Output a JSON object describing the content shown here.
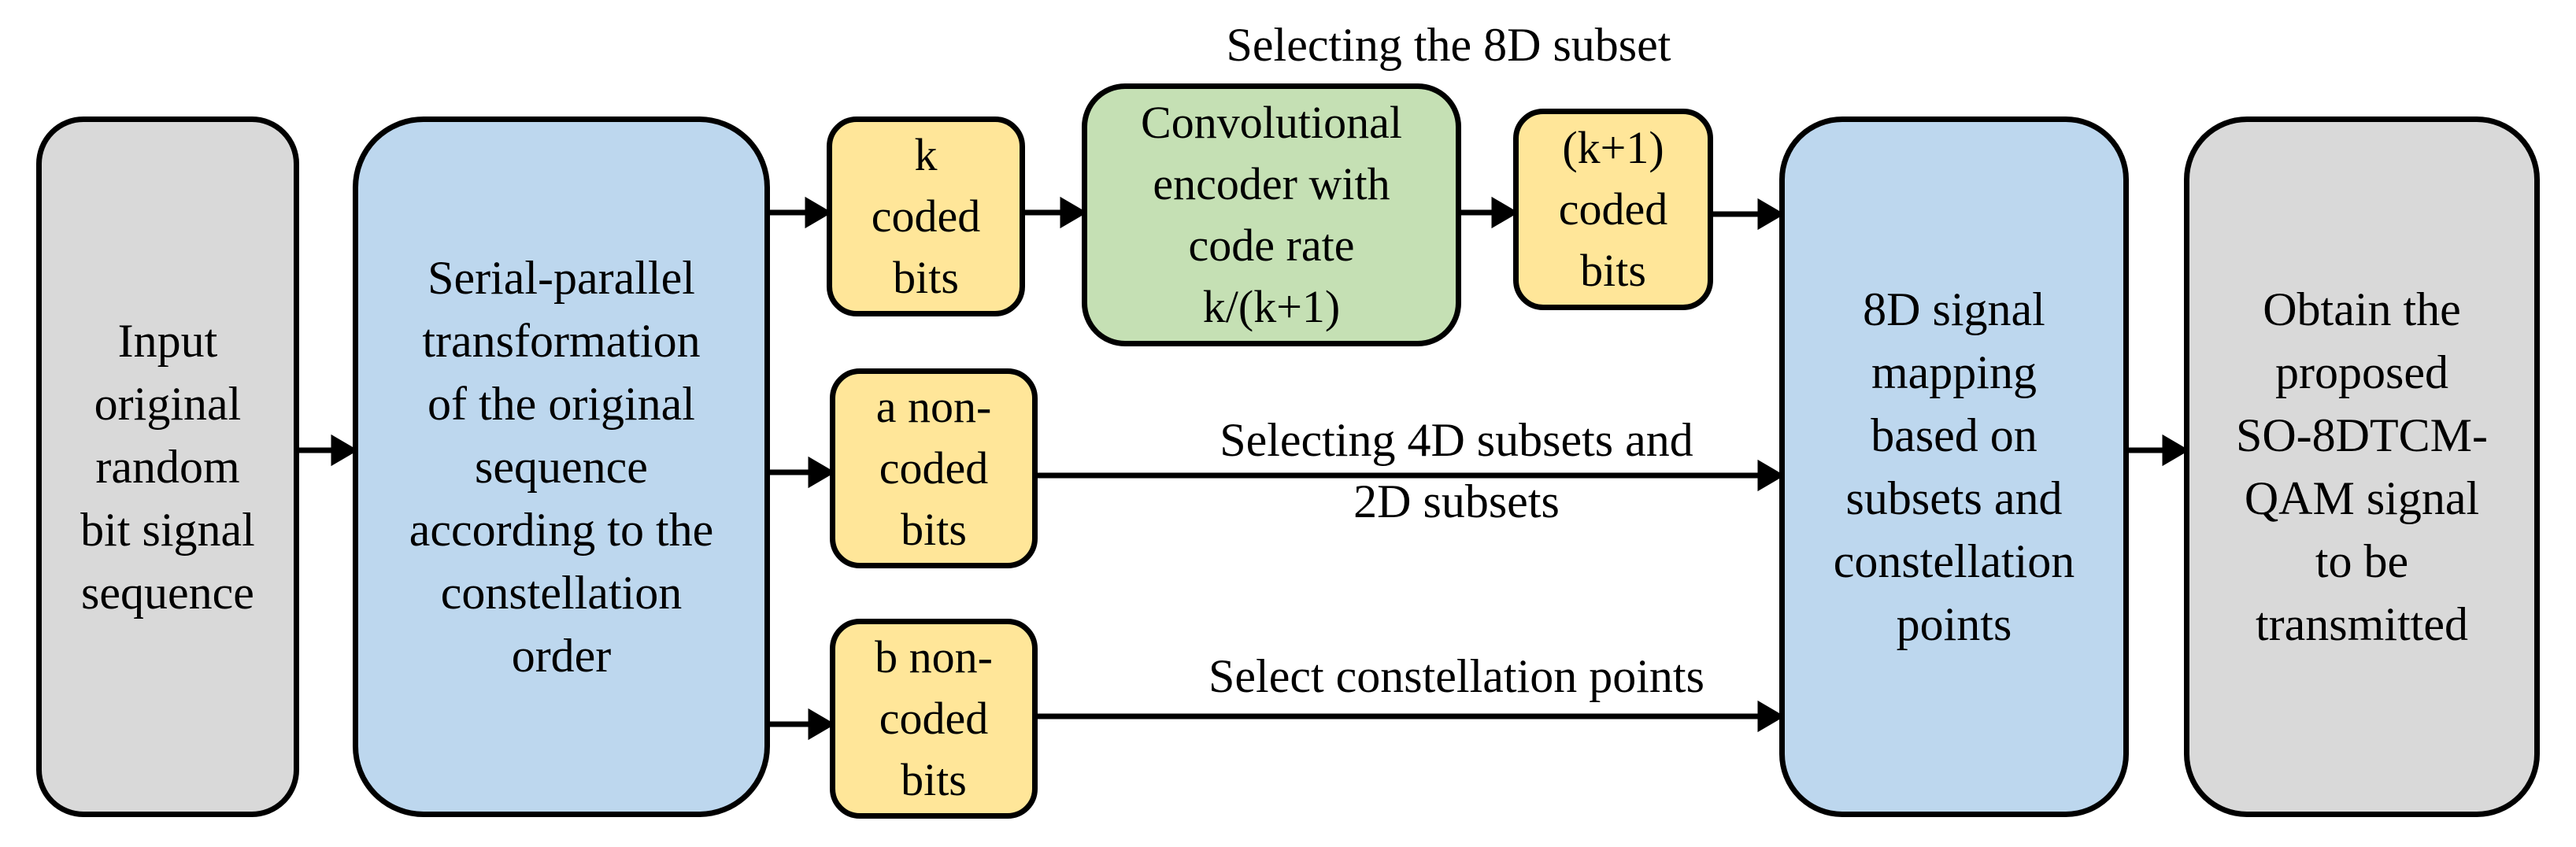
{
  "diagram": {
    "boxes": {
      "input": "Input\noriginal\nrandom\nbit signal\nsequence",
      "serial_parallel": "Serial-parallel\ntransformation\nof the original\nsequence\naccording to the\nconstellation\norder",
      "k_coded": "k\ncoded\nbits",
      "conv_encoder": "Convolutional\nencoder with\ncode rate\nk/(k+1)",
      "k1_coded": "(k+1)\ncoded\nbits",
      "a_noncoded": "a non-\ncoded\nbits",
      "b_noncoded": "b non-\ncoded\nbits",
      "signal_mapping": "8D signal\nmapping\nbased on\nsubsets and\nconstellation\npoints",
      "output": "Obtain the\nproposed\nSO-8DTCM-\nQAM signal\nto be\ntransmitted"
    },
    "labels": {
      "select_8d": "Selecting the 8D subset",
      "select_4d_2d": "Selecting 4D subsets and\n2D subsets",
      "select_points": "Select constellation points"
    },
    "colors": {
      "terminal_fill": "#d9d9d9",
      "process_fill": "#bdd7ee",
      "bits_fill": "#ffe699",
      "encoder_fill": "#c5e0b4",
      "stroke": "#000000"
    }
  }
}
